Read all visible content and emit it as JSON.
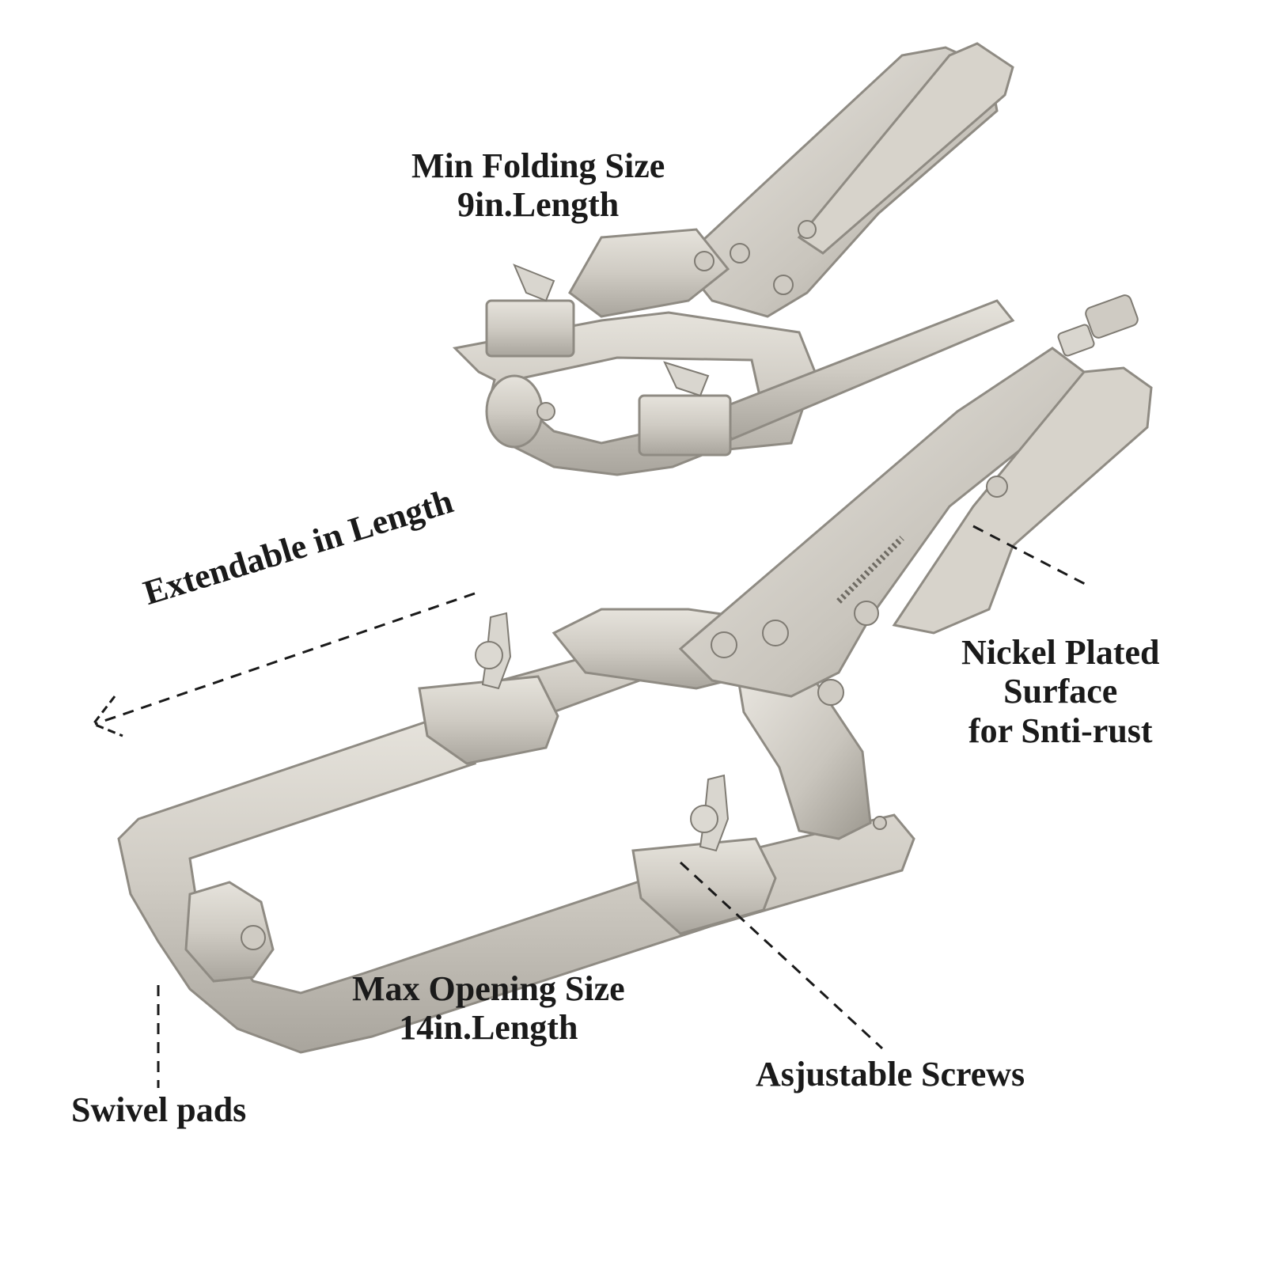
{
  "labels": {
    "min_folding": {
      "line1": "Min Folding Size",
      "line2": "9in.Length"
    },
    "extendable": "Extendable in Length",
    "nickel": {
      "line1": "Nickel Plated",
      "line2": "Surface",
      "line3": "for Snti-rust"
    },
    "max_opening": {
      "line1": "Max Opening Size",
      "line2": "14in.Length"
    },
    "screws": "Asjustable Screws",
    "swivel": "Swivel pads"
  },
  "colors": {
    "background": "#ffffff",
    "metal_light": "#d9d6cf",
    "metal_mid": "#bdb9b0",
    "metal_dark": "#8f8b83",
    "text": "#1a1a1a",
    "dash": "#1a1a1a"
  }
}
